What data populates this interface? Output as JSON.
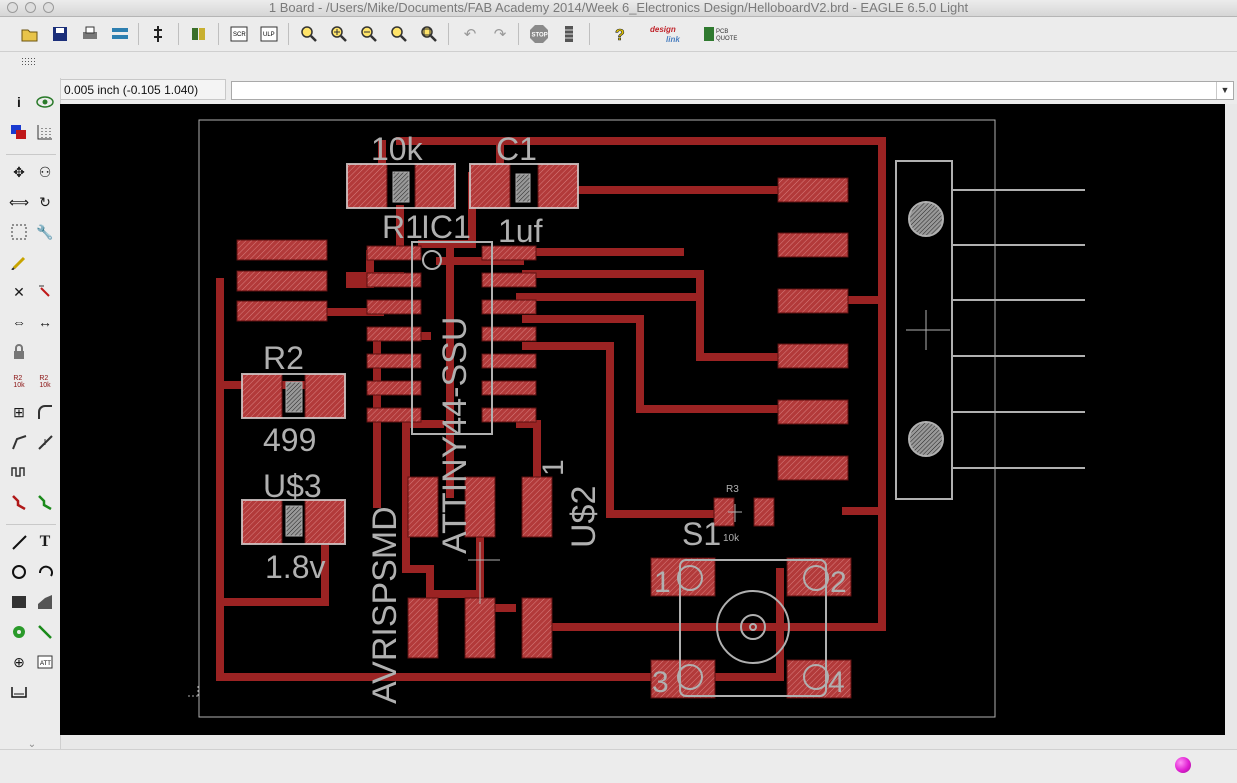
{
  "window": {
    "title": "1 Board - /Users/Mike/Documents/FAB Academy 2014/Week 6_Electronics Design/HelloboardV2.brd - EAGLE 6.5.0 Light"
  },
  "toolbar": {
    "designlink_label": "design\nlink",
    "pcbquote_label": "PCB\nQUOTE",
    "stop_label": "STOP"
  },
  "command_bar": {
    "coordinate_readout": "0.005 inch (-0.105 1.040)",
    "command_value": ""
  },
  "board_labels": {
    "r1_value": "10k",
    "r1_name": "R1",
    "c1_name": "C1",
    "c1_value": "1uf",
    "ic1_name": "IC1",
    "ic1_value": "ATTINY44-SSU",
    "r2_name": "R2",
    "r2_value": "499",
    "u3_name": "U$3",
    "u3_value": "1.8v",
    "isp_value": "AVRISPSMD",
    "u2_name": "U$2",
    "u2_pin": "1",
    "r3_name": "R3",
    "r3_value": "10k",
    "s1_name": "S1",
    "s1_pin1": "1",
    "s1_pin2": "2",
    "s1_pin3": "3",
    "s1_pin4": "4"
  },
  "colors": {
    "canvas_bg": "#000000",
    "copper_trace": "#9b2323",
    "pad_fill": "#b23a3a",
    "silkscreen": "#b0b0b0",
    "status_led": "#e01fd2"
  },
  "icons": {
    "toolbar": [
      "open-icon",
      "save-icon",
      "print-icon",
      "cam-icon",
      "script-icon",
      "book-icon",
      "scr-icon",
      "ulp-icon",
      "zoom-fit-icon",
      "zoom-in-icon",
      "zoom-out-icon",
      "zoom-redraw-icon",
      "zoom-select-icon",
      "undo-icon",
      "redo-icon",
      "stop-icon",
      "drc-icon",
      "help-icon",
      "designlink-icon",
      "pcbquote-icon"
    ],
    "left_tools": [
      "info-icon",
      "show-icon",
      "display-icon",
      "grid-icon",
      "move-icon",
      "copy-icon",
      "mirror-icon",
      "rotate-icon",
      "group-icon",
      "change-icon",
      "paste-icon",
      "delete-icon",
      "add-icon",
      "pinswap-icon",
      "replace-icon",
      "lock-icon",
      "name-icon",
      "value-icon",
      "smash-icon",
      "miter-icon",
      "split-icon",
      "optimize-icon",
      "meander-icon",
      "route-icon",
      "ripup-icon",
      "wire-icon",
      "text-icon",
      "circle-icon",
      "arc-icon",
      "rect-icon",
      "polygon-icon",
      "via-icon",
      "signal-icon",
      "hole-icon",
      "attribute-icon",
      "dimension-icon",
      "expand-icon"
    ]
  }
}
